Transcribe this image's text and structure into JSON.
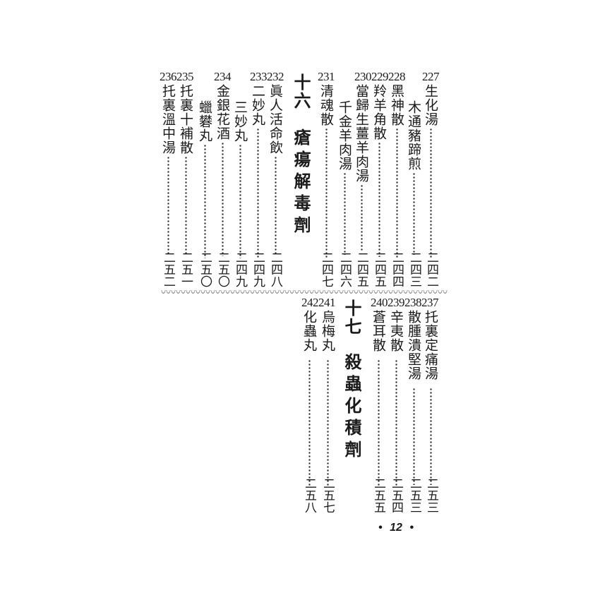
{
  "page_number": "12",
  "sections": [
    {
      "heading_number": "十六",
      "heading_title": "瘡瘍解毒劑"
    },
    {
      "heading_number": "十七",
      "heading_title": "殺蟲化積劑"
    }
  ],
  "top_entries": [
    {
      "num": "227",
      "name": "生化湯",
      "page": "二四二"
    },
    {
      "num": "",
      "name": "木通豬蹄煎",
      "page": "二四三"
    },
    {
      "num": "228",
      "name": "黑神散",
      "page": "二四四"
    },
    {
      "num": "229",
      "name": "羚羊角散",
      "page": "二四五"
    },
    {
      "num": "230",
      "name": "當歸生薑羊肉湯",
      "page": "二四五"
    },
    {
      "num": "",
      "name": "千金羊肉湯",
      "page": "二四六"
    },
    {
      "num": "231",
      "name": "清魂散",
      "page": "二四七"
    },
    {
      "num": "232",
      "name": "眞人活命飲",
      "page": "二四八"
    },
    {
      "num": "233",
      "name": "二妙丸",
      "page": "二四九"
    },
    {
      "num": "",
      "name": "三妙丸",
      "page": "二四九"
    },
    {
      "num": "234",
      "name": "金銀花酒",
      "page": "二五〇"
    },
    {
      "num": "",
      "name": "蠟礬丸",
      "page": "二五〇"
    },
    {
      "num": "235",
      "name": "托裏十補散",
      "page": "二五一"
    },
    {
      "num": "236",
      "name": "托裏溫中湯",
      "page": "二五二"
    }
  ],
  "bottom_entries": [
    {
      "num": "237",
      "name": "托裏定痛湯",
      "page": "二五三"
    },
    {
      "num": "238",
      "name": "散腫潰堅湯",
      "page": "二五三"
    },
    {
      "num": "239",
      "name": "辛夷散",
      "page": "二五四"
    },
    {
      "num": "240",
      "name": "蒼耳散",
      "page": "二五五"
    },
    {
      "num": "241",
      "name": "烏梅丸",
      "page": "二五七"
    },
    {
      "num": "242",
      "name": "化蟲丸",
      "page": "二五八"
    }
  ]
}
